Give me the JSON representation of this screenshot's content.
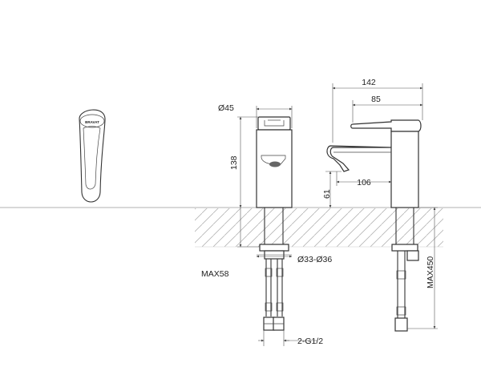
{
  "brand": "BRAVAT",
  "dimensions": {
    "overall_length": "142",
    "handle_length": "85",
    "body_diameter": "Ø45",
    "body_height": "138",
    "spout_reach": "106",
    "spout_height": "61",
    "hole_diameter": "Ø33-Ø36",
    "max_counter_thickness": "MAX58",
    "hose_length": "MAX450",
    "hose_connection": "2-G1/2"
  },
  "colors": {
    "line": "#333333",
    "hatch": "#b5b5b5",
    "background": "#ffffff"
  }
}
